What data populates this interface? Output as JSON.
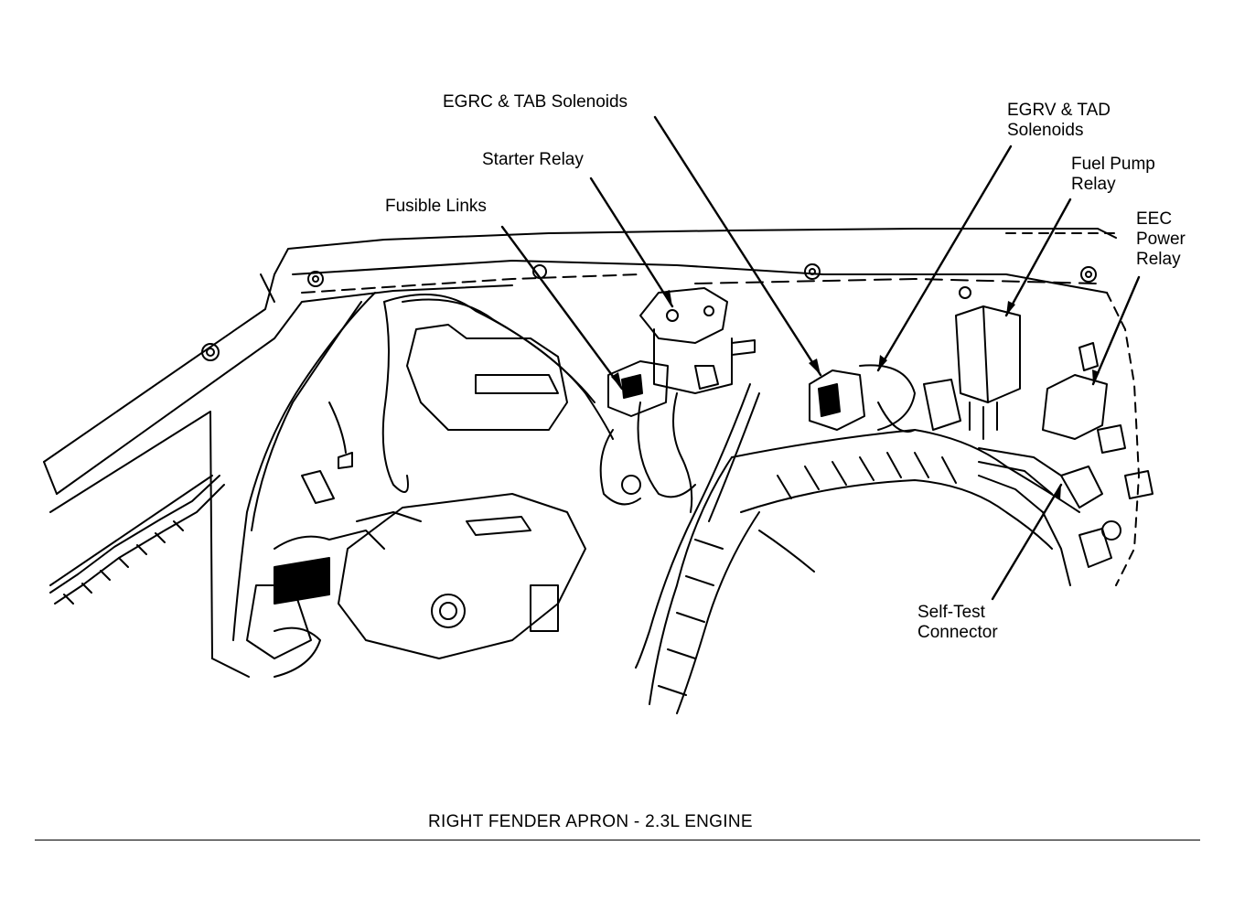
{
  "callouts": {
    "egrc_tab": [
      "EGRC & TAB Solenoids"
    ],
    "starter_relay": [
      "Starter Relay"
    ],
    "fusible_links": [
      "Fusible Links"
    ],
    "egrv_tad": [
      "EGRV & TAD",
      "Solenoids"
    ],
    "fuel_pump_relay": [
      "Fuel Pump",
      "Relay"
    ],
    "eec_power_relay": [
      "EEC",
      "Power",
      "Relay"
    ],
    "self_test_connector": [
      "Self-Test",
      "Connector"
    ]
  },
  "caption": "RIGHT FENDER APRON  -  2.3L ENGINE"
}
